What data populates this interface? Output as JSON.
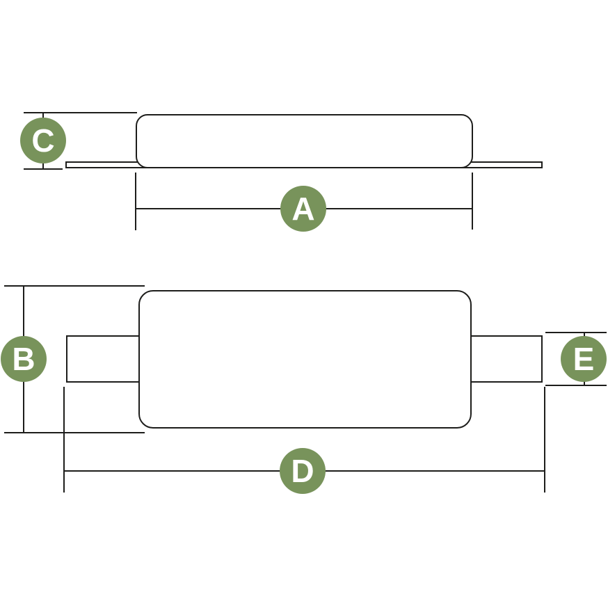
{
  "diagram": {
    "kind": "technical-dimension-drawing",
    "labels": {
      "A": "A",
      "B": "B",
      "C": "C",
      "D": "D",
      "E": "E"
    },
    "colors": {
      "line": "#1d1d1b",
      "marker": "#78935b",
      "marker_text": "#ffffff",
      "part_fill": "#ffffff",
      "background": "#ffffff"
    },
    "views": [
      {
        "name": "side-profile-view",
        "dimension_labels": [
          "C",
          "A"
        ]
      },
      {
        "name": "top-plan-view",
        "dimension_labels": [
          "B",
          "D",
          "E"
        ]
      }
    ]
  }
}
